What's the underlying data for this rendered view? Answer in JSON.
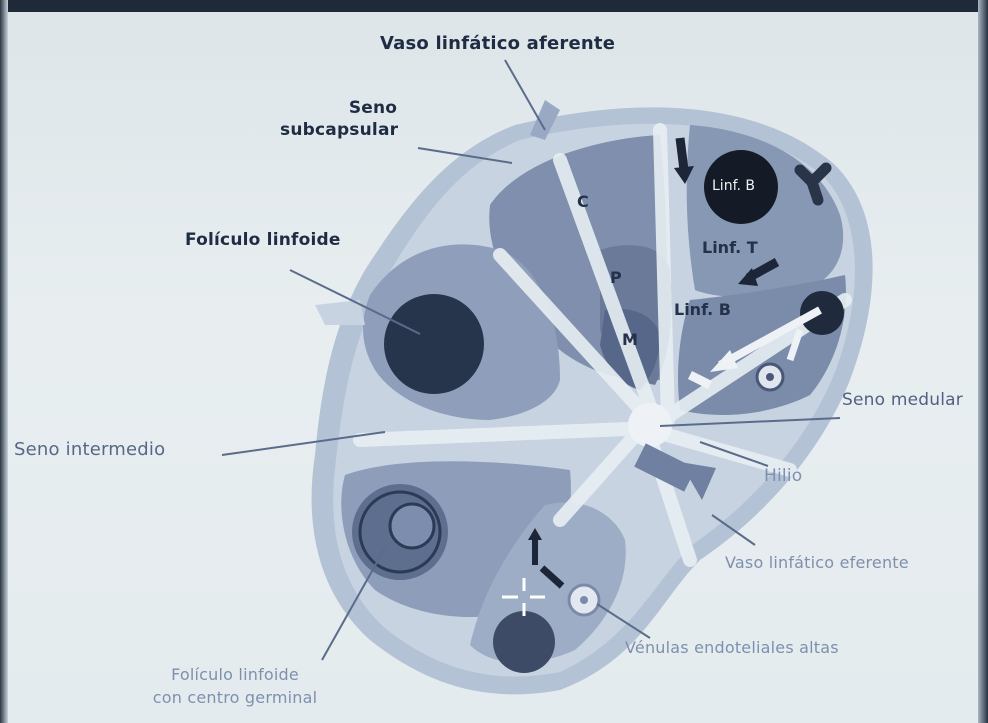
{
  "labels": {
    "vaso_aferente": "Vaso linfático aferente",
    "seno_subcapsular_1": "Seno",
    "seno_subcapsular_2": "subcapsular",
    "foliculo_linfoide": "Folículo linfoide",
    "seno_intermedio": "Seno intermedio",
    "seno_medular": "Seno medular",
    "hilio": "Hilio",
    "vaso_eferente": "Vaso linfático eferente",
    "foliculo_germinal_1": "Folículo linfoide",
    "foliculo_germinal_2": "con centro germinal",
    "venulas": "Vénulas endoteliales altas"
  },
  "regions": {
    "cortex": "C",
    "paracortex": "P",
    "medulla": "M",
    "linf_b_top": "Linf. B",
    "linf_t": "Linf. T",
    "linf_b_mid": "Linf. B"
  }
}
